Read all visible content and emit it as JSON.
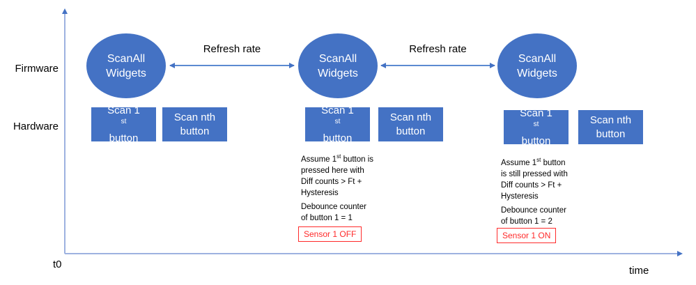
{
  "diagram": {
    "lanes": {
      "firmware": "Firmware",
      "hardware": "Hardware"
    },
    "axis": {
      "origin_label": "t0",
      "x_axis_label": "time",
      "axis_color": "#9DB2E0"
    },
    "colors": {
      "fill_blue": "#4472C4",
      "alert_red": "#FF2A2A",
      "arrow_blue": "#4472C4"
    },
    "scan_cycles": [
      {
        "ellipse_line1": "ScanAll",
        "ellipse_line2": "Widgets",
        "boxes": [
          {
            "line1_pre": "Scan 1",
            "line1_sup": "st",
            "line2": "button"
          },
          {
            "line1_pre": "Scan nth",
            "line1_sup": "",
            "line2": "button"
          }
        ]
      },
      {
        "ellipse_line1": "ScanAll",
        "ellipse_line2": "Widgets",
        "boxes": [
          {
            "line1_pre": "Scan 1",
            "line1_sup": "st",
            "line2": "button"
          },
          {
            "line1_pre": "Scan nth",
            "line1_sup": "",
            "line2": "button"
          }
        ]
      },
      {
        "ellipse_line1": "ScanAll",
        "ellipse_line2": "Widgets",
        "boxes": [
          {
            "line1_pre": "Scan 1",
            "line1_sup": "st",
            "line2": "button"
          },
          {
            "line1_pre": "Scan nth",
            "line1_sup": "",
            "line2": "button"
          }
        ]
      }
    ],
    "refresh_labels": [
      "Refresh rate",
      "Refresh rate"
    ],
    "annotations": [
      {
        "lines": [
          {
            "pre": "Assume 1",
            "sup": "st",
            "post": " button is"
          },
          {
            "pre": "pressed here with",
            "sup": "",
            "post": ""
          },
          {
            "pre": "Diff counts > Ft +",
            "sup": "",
            "post": ""
          },
          {
            "pre": "Hysteresis",
            "sup": "",
            "post": ""
          },
          {
            "pre": "Debounce counter",
            "sup": "",
            "post": ""
          },
          {
            "pre": "of button 1 = 1",
            "sup": "",
            "post": ""
          }
        ],
        "badge": "Sensor 1 OFF"
      },
      {
        "lines": [
          {
            "pre": "Assume 1",
            "sup": "st",
            "post": " button"
          },
          {
            "pre": "is still pressed with",
            "sup": "",
            "post": ""
          },
          {
            "pre": "Diff counts > Ft +",
            "sup": "",
            "post": ""
          },
          {
            "pre": "Hysteresis",
            "sup": "",
            "post": ""
          },
          {
            "pre": "Debounce counter",
            "sup": "",
            "post": ""
          },
          {
            "pre": "of button 1 = 2",
            "sup": "",
            "post": ""
          }
        ],
        "badge": "Sensor 1 ON"
      }
    ]
  }
}
